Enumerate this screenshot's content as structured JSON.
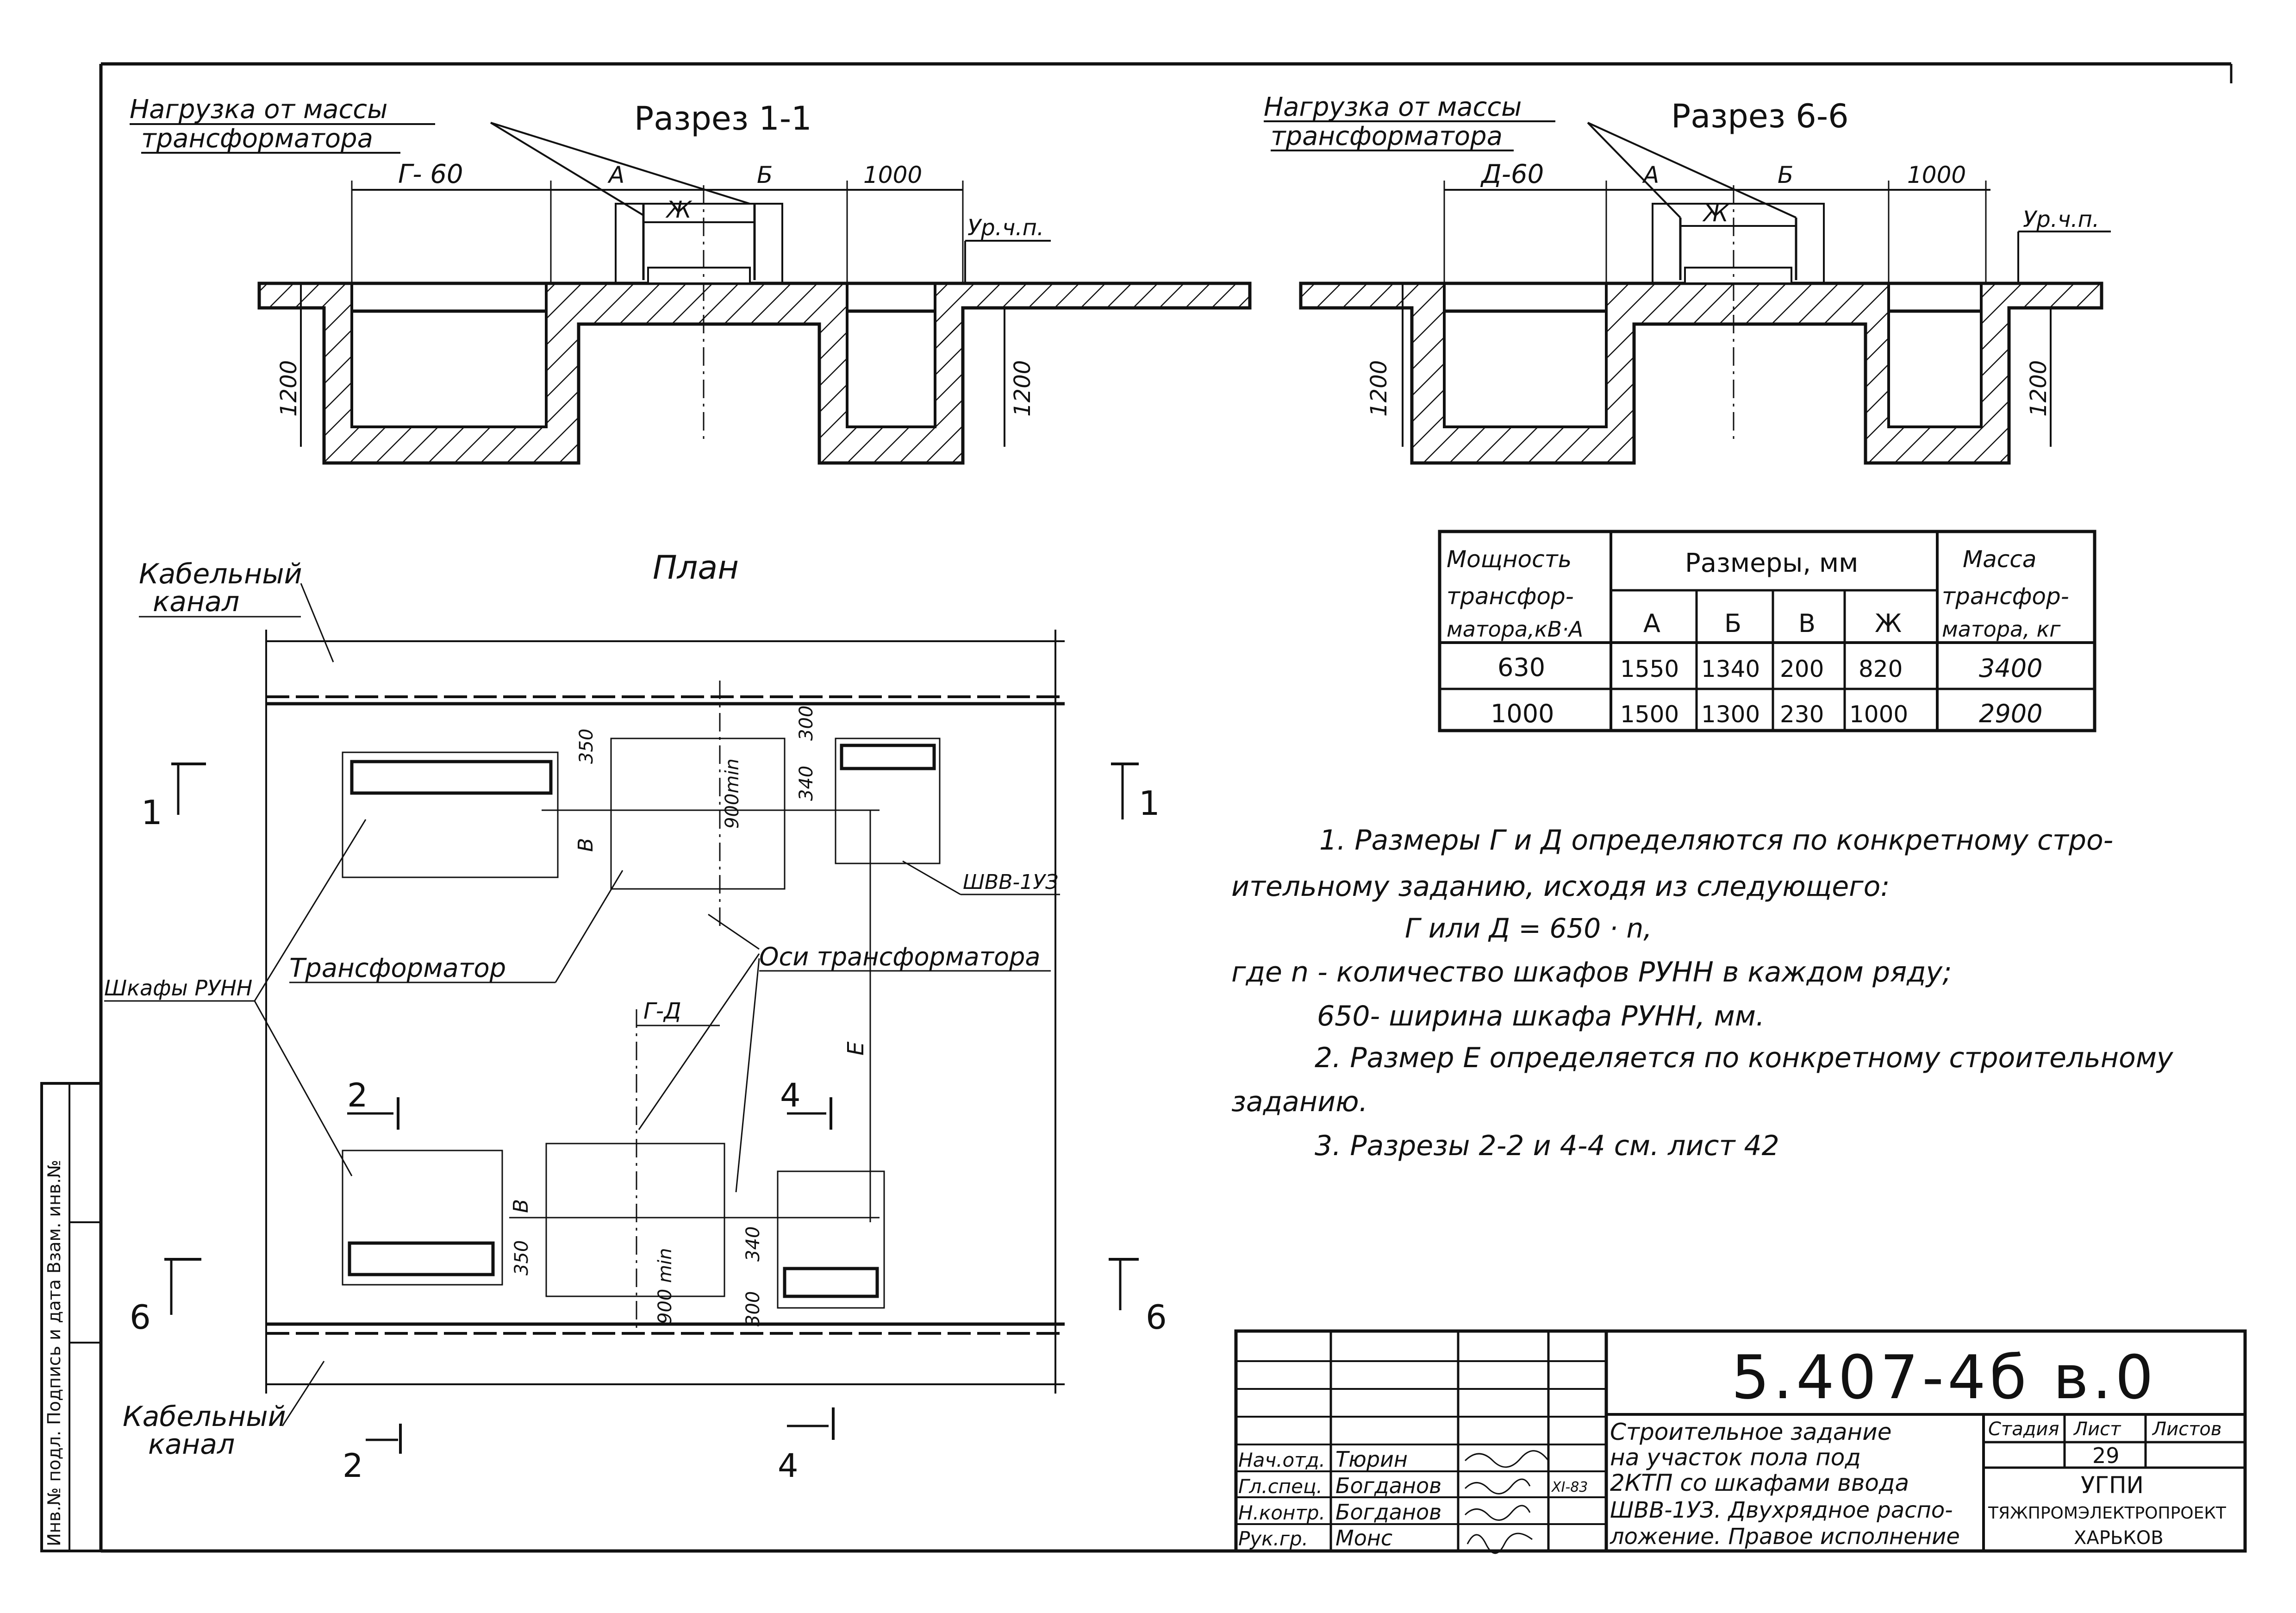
{
  "section_1_1": {
    "title": "Разрез 1-1",
    "load_label_line1": "Нагрузка от массы",
    "load_label_line2": "трансформатора",
    "dim_left": "Г- 60",
    "dim_a": "А",
    "dim_b": "Б",
    "dim_zh": "Ж",
    "dim_right": "1000",
    "level_mark": "Ур.ч.п.",
    "depth_left": "1200",
    "depth_right": "1200"
  },
  "section_6_6": {
    "title": "Разрез 6-6",
    "load_label_line1": "Нагрузка от массы",
    "load_label_line2": "трансформатора",
    "dim_left": "Д-60",
    "dim_a": "А",
    "dim_b": "Б",
    "dim_zh": "Ж",
    "dim_right": "1000",
    "level_mark": "Ур.ч.п.",
    "depth_left": "1200",
    "depth_right": "1200"
  },
  "plan": {
    "title": "План",
    "cable_channel_top_1": "Кабельный",
    "cable_channel_top_2": "канал",
    "cable_channel_bottom_1": "Кабельный",
    "cable_channel_bottom_2": "канал",
    "cabinets_label": "Шкафы РУНН",
    "transformer_label": "Трансформатор",
    "axes_label": "Оси трансформатора",
    "input_cabinet_label": "ШВВ-1УЗ",
    "dim_350_top": "350",
    "dim_300_top": "300",
    "dim_900_top": "900min",
    "dim_340_top": "340",
    "dim_v_top": "В",
    "dim_gd": "Г-Д",
    "dim_e": "Е",
    "dim_v_bottom": "В",
    "dim_350_bottom": "350",
    "dim_900_bottom": "900 min",
    "dim_340_bottom": "340",
    "dim_300_bottom": "300",
    "cut_1_left": "1",
    "cut_1_right": "1",
    "cut_6_left": "6",
    "cut_6_right": "6",
    "cut_2_top": "2",
    "cut_2_bottom": "2",
    "cut_4_top": "4",
    "cut_4_bottom": "4"
  },
  "table": {
    "header_power": [
      "Мощность",
      "трансфор-",
      "матора,кВ·А"
    ],
    "header_dims": "Размеры, мм",
    "header_mass": [
      "Масса",
      "трансфор-",
      "матора, кг"
    ],
    "sub_headers": [
      "А",
      "Б",
      "В",
      "Ж"
    ],
    "rows": [
      [
        "630",
        "1550",
        "1340",
        "200",
        "820",
        "3400"
      ],
      [
        "1000",
        "1500",
        "1300",
        "230",
        "1000",
        "2900"
      ]
    ]
  },
  "notes": [
    "1. Размеры Г и Д определяются по конкретному стро-",
    "ительному заданию, исходя из следующего:",
    "Г или Д = 650 · n,",
    "где   n - количество шкафов РУНН в каждом ряду;",
    "650- ширина шкафа РУНН, мм.",
    "2. Размер  Е  определяется по конкретному строительному",
    "заданию.",
    "3. Разрезы 2-2 и 4-4  см. лист 42"
  ],
  "title_block": {
    "doc_code": "5.407-4б  в.0",
    "description": [
      "Строительное задание",
      "на участок пола под",
      "2КТП со шкафами ввода",
      "ШВВ-1УЗ. Двухрядное распо-",
      "ложение. Правое исполнение"
    ],
    "stage_label": "Стадия",
    "sheet_label": "Лист",
    "sheets_label": "Листов",
    "sheet_number": "29",
    "org_line1": "УГПИ",
    "org_line2": "ТЯЖПРОМЭЛЕКТРОПРОЕКТ",
    "org_line3": "ХАРЬКОВ",
    "roles": [
      {
        "role": "Нач.отд.",
        "name": "Тюрин",
        "date": ""
      },
      {
        "role": "Гл.спец.",
        "name": "Богданов",
        "date": "XI-83"
      },
      {
        "role": "Н.контр.",
        "name": "Богданов",
        "date": ""
      },
      {
        "role": "Рук.гр.",
        "name": "Монс",
        "date": ""
      }
    ]
  },
  "side_stamp": {
    "text": "Инв.№ подл.  Подпись и дата  Взам. инв.№"
  }
}
